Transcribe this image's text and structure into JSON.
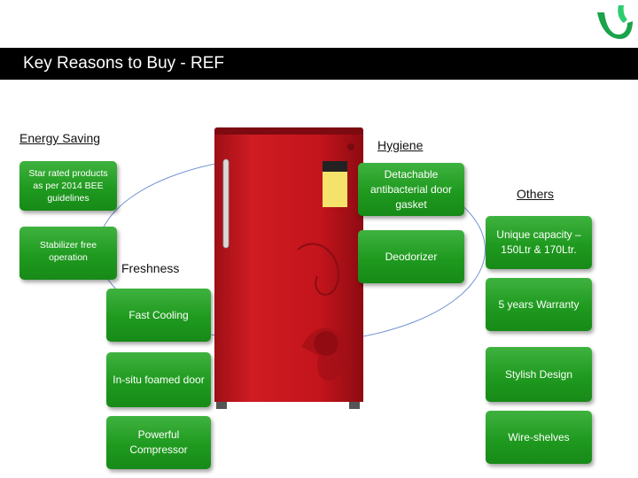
{
  "title": "Key Reasons to Buy - REF",
  "colors": {
    "title_bar": "#000000",
    "box_green": "#22a022",
    "ellipse": "#6f8fd0",
    "fridge_red": "#c4141c"
  },
  "headings": {
    "energy_saving": "Energy Saving",
    "hygiene": "Hygiene",
    "others": "Others",
    "freshness": "Freshness"
  },
  "energy_saving": {
    "items": [
      "Star rated products as per 2014 BEE guidelines",
      "Stabilizer free operation"
    ]
  },
  "hygiene": {
    "items": [
      "Detachable antibacterial door gasket",
      "Deodorizer"
    ]
  },
  "freshness": {
    "items": [
      "Fast Cooling",
      "In-situ foamed door",
      "Powerful Compressor"
    ]
  },
  "others": {
    "items": [
      "Unique capacity – 150Ltr & 170Ltr.",
      "5 years Warranty",
      "Stylish Design",
      "Wire-shelves"
    ]
  },
  "icons": {
    "logo": "v-brand-logo",
    "product": "red-single-door-refrigerator-image"
  }
}
